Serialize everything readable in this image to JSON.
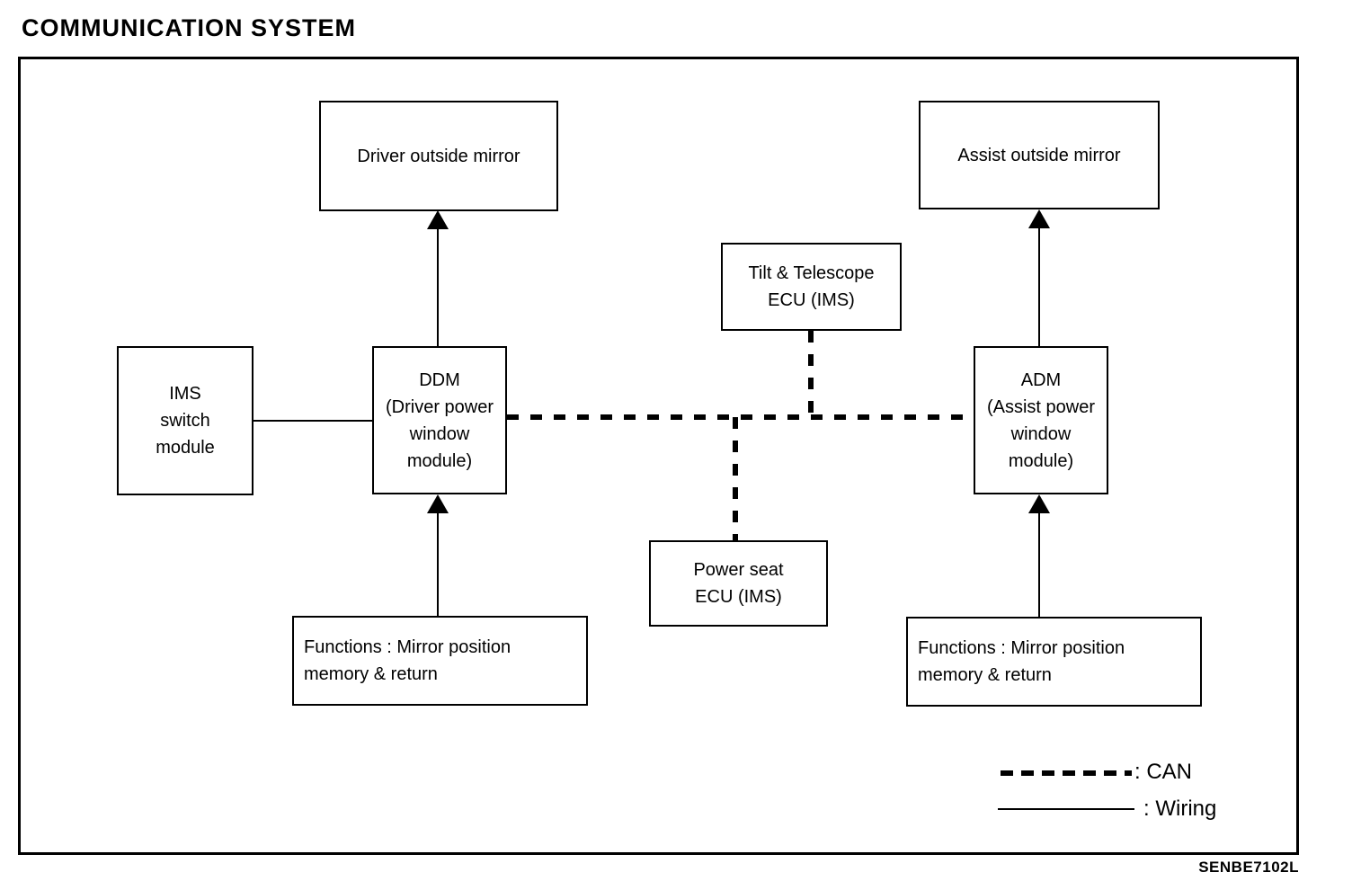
{
  "title": "COMMUNICATION SYSTEM",
  "figure_code": "SENBE7102L",
  "nodes": {
    "driver_mirror": {
      "lines": [
        "Driver outside mirror"
      ]
    },
    "assist_mirror": {
      "lines": [
        "Assist outside mirror"
      ]
    },
    "tilt_ecu": {
      "lines": [
        "Tilt & Telescope",
        "ECU (IMS)"
      ]
    },
    "ims_switch": {
      "lines": [
        "IMS",
        "switch",
        "module"
      ]
    },
    "ddm": {
      "lines": [
        "DDM",
        "(Driver power",
        "window",
        "module)"
      ]
    },
    "adm": {
      "lines": [
        "ADM",
        "(Assist power",
        "window",
        "module)"
      ]
    },
    "power_seat": {
      "lines": [
        "Power seat",
        "ECU (IMS)"
      ]
    },
    "functions_left": {
      "lines": [
        "Functions : Mirror position",
        "memory & return"
      ]
    },
    "functions_right": {
      "lines": [
        "Functions : Mirror position",
        "memory & return"
      ]
    }
  },
  "connections": [
    {
      "from": "DDM",
      "to": "Driver outside mirror",
      "type": "wiring",
      "arrow": true
    },
    {
      "from": "ADM",
      "to": "Assist outside mirror",
      "type": "wiring",
      "arrow": true
    },
    {
      "from": "IMS switch module",
      "to": "DDM",
      "type": "wiring",
      "arrow": false
    },
    {
      "from": "Functions : Mirror position memory & return",
      "to": "DDM",
      "type": "wiring",
      "arrow": true
    },
    {
      "from": "Functions : Mirror position memory & return",
      "to": "ADM",
      "type": "wiring",
      "arrow": true
    },
    {
      "from": "DDM",
      "to": "ADM",
      "type": "CAN",
      "arrow": false
    },
    {
      "from": "Tilt & Telescope ECU (IMS)",
      "to": "CAN bus",
      "type": "CAN",
      "arrow": false
    },
    {
      "from": "Power seat ECU (IMS)",
      "to": "CAN bus",
      "type": "CAN",
      "arrow": false
    }
  ],
  "legend": {
    "can_label": ": CAN",
    "wiring_label": ": Wiring"
  },
  "colors": {
    "line": "#000000",
    "background": "#ffffff"
  }
}
